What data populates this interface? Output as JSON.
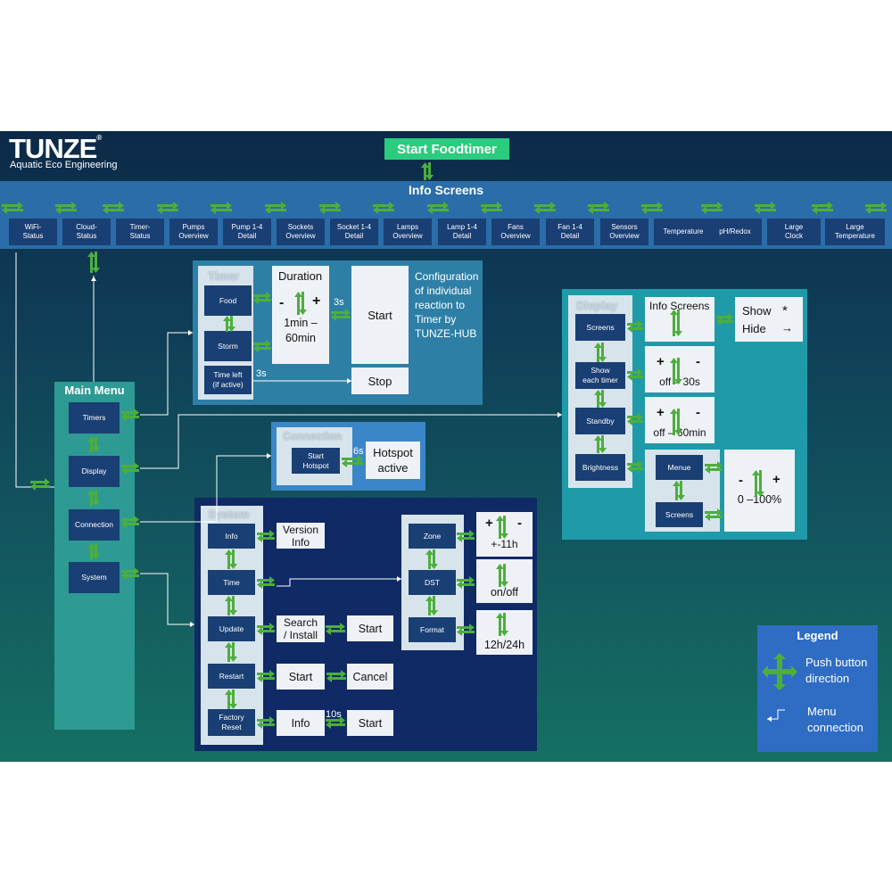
{
  "brand": {
    "name": "TUNZE",
    "registered": "®",
    "tagline": "Aquatic Eco Engineering"
  },
  "top_button": "Start Foodtimer",
  "info_screens": {
    "title": "Info Screens",
    "items": [
      [
        "WiFi-",
        "Status"
      ],
      [
        "Cloud-",
        "Status"
      ],
      [
        "Timer-",
        "Status"
      ],
      [
        "Pumps",
        "Overview"
      ],
      [
        "Pump 1-4",
        "Detail"
      ],
      [
        "Sockets",
        "Overview"
      ],
      [
        "Socket 1-4",
        "Detail"
      ],
      [
        "Lamps",
        "Overview"
      ],
      [
        "Lamp 1-4",
        "Detail"
      ],
      [
        "Fans",
        "Overview"
      ],
      [
        "Fan 1-4",
        "Detail"
      ],
      [
        "Sensors",
        "Overview"
      ],
      [
        "Temperature",
        ""
      ],
      [
        "pH/Redox",
        ""
      ],
      [
        "Large",
        "Clock"
      ],
      [
        "Large",
        "Temperature"
      ]
    ]
  },
  "main_menu": {
    "title": "Main Menu",
    "items": [
      "Timers",
      "Display",
      "Connection",
      "System"
    ]
  },
  "timer": {
    "title": "Timer",
    "food": "Food",
    "storm": "Storm",
    "time_left": [
      "Time left",
      "(if active)"
    ],
    "duration_title": "Duration",
    "minus": "-",
    "plus": "+",
    "range": [
      "1min –",
      "60min"
    ],
    "delay_3s_a": "3s",
    "delay_3s_b": "3s",
    "start": "Start",
    "stop": "Stop",
    "note": [
      "Configuration",
      "of individual",
      "reaction to",
      "Timer by",
      "TUNZE-HUB"
    ]
  },
  "connection": {
    "title": "Connection",
    "start_hotspot": [
      "Start",
      "Hotspot"
    ],
    "delay": "6s",
    "hotspot_active": [
      "Hotspot",
      "active"
    ]
  },
  "display": {
    "title": "Display",
    "screens": "Screens",
    "show_each_timer": [
      "Show",
      "each timer"
    ],
    "standby": "Standby",
    "brightness": "Brightness",
    "info_screens": "Info Screens",
    "show": "Show",
    "show_sym": "*",
    "hide": "Hide",
    "hide_sym": "→",
    "range_30s": "off – 30s",
    "range_60min": "off – 60min",
    "plus": "+",
    "minus": "-",
    "menue": "Menue",
    "screens2": "Screens",
    "range_100": "0 –100%"
  },
  "system": {
    "title": "System",
    "info": "Info",
    "time": "Time",
    "update": "Update",
    "restart": "Restart",
    "factory_reset": [
      "Factory",
      "Reset"
    ],
    "version_info": [
      "Version",
      "Info"
    ],
    "search_install": [
      "Search",
      "/ Install"
    ],
    "start": "Start",
    "cancel": "Cancel",
    "info2": "Info",
    "delay_10s": "10s",
    "zone": "Zone",
    "dst": "DST",
    "format": "Format",
    "zone_range": "+-11h",
    "on_off": "on/off",
    "format_opts": "12h/24h",
    "plus": "+",
    "minus": "-"
  },
  "legend": {
    "title": "Legend",
    "push": [
      "Push button",
      "direction"
    ],
    "menu": [
      "Menu",
      "connection"
    ]
  },
  "colors": {
    "dark_box": "#1a3f74",
    "arrow_green": "#4caf3c",
    "teal_panel": "#2d9a94",
    "timer_panel": "#2e7fa6",
    "connection_panel": "#3a86c8",
    "system_panel": "#102a66",
    "display_panel": "#1f9aa8",
    "legend": "#2f6cc4",
    "foodtimer": "#2ccc7e"
  }
}
